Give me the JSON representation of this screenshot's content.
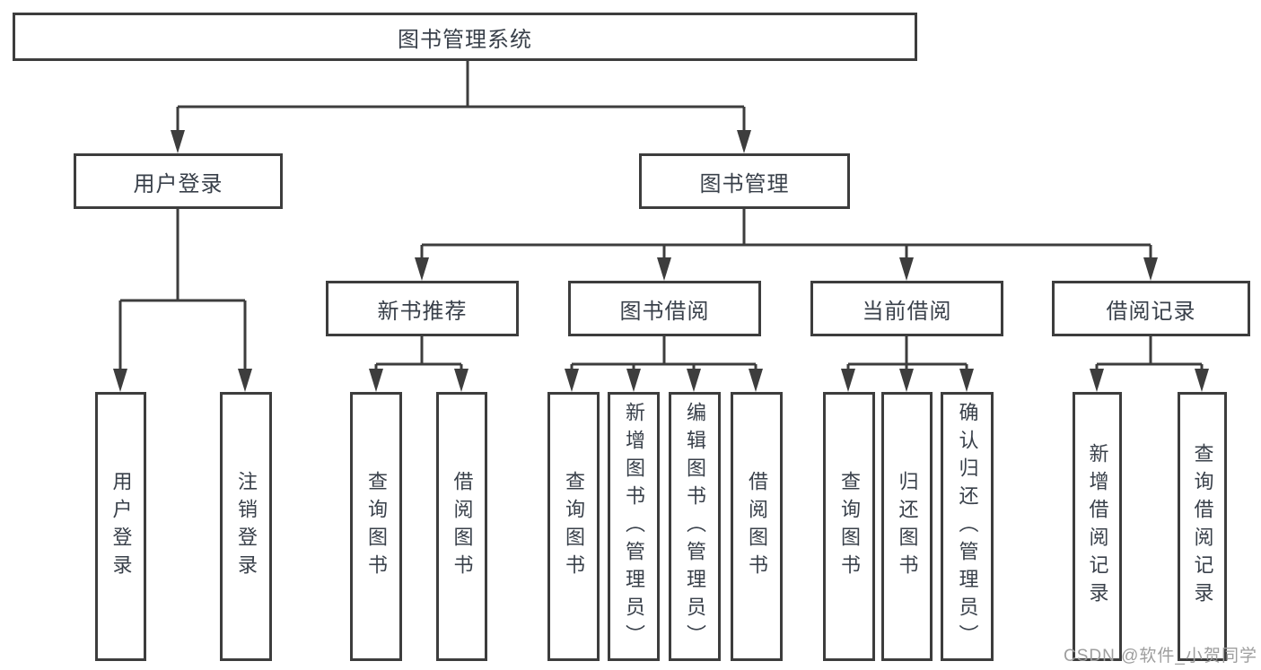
{
  "title": "图书管理系统",
  "nodes": {
    "root": "图书管理系统",
    "user_login": "用户登录",
    "book_mgmt": "图书管理",
    "new_book_rec": "新书推荐",
    "book_borrow": "图书借阅",
    "current_borrow": "当前借阅",
    "borrow_records": "借阅记录",
    "leaf_user_login": "用户登录",
    "leaf_logout": "注销登录",
    "leaf_nbr_query": "查询图书",
    "leaf_nbr_borrow": "借阅图书",
    "leaf_bb_query": "查询图书",
    "leaf_bb_add": "新增图书（管理员）",
    "leaf_bb_edit": "编辑图书（管理员）",
    "leaf_bb_borrow": "借阅图书",
    "leaf_cb_query": "查询图书",
    "leaf_cb_return": "归还图书",
    "leaf_cb_confirm": "确认归还（管理员）",
    "leaf_br_add": "新增借阅记录",
    "leaf_br_query": "查询借阅记录"
  },
  "hierarchy": {
    "图书管理系统": {
      "用户登录": [
        "用户登录",
        "注销登录"
      ],
      "图书管理": {
        "新书推荐": [
          "查询图书",
          "借阅图书"
        ],
        "图书借阅": [
          "查询图书",
          "新增图书（管理员）",
          "编辑图书（管理员）",
          "借阅图书"
        ],
        "当前借阅": [
          "查询图书",
          "归还图书",
          "确认归还（管理员）"
        ],
        "借阅记录": [
          "新增借阅记录",
          "查询借阅记录"
        ]
      }
    }
  },
  "watermark": "CSDN @软件_小贺同学",
  "colors": {
    "line": "#3d3d3d",
    "text": "#39404a",
    "watermark": "#9e9e9e",
    "background": "#ffffff"
  }
}
